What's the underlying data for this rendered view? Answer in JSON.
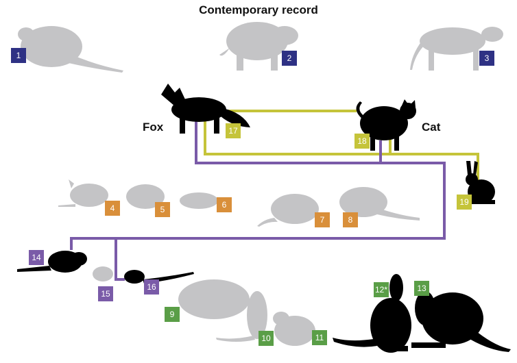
{
  "title": "Contemporary record",
  "predators": {
    "fox": "Fox",
    "cat": "Cat"
  },
  "colors": {
    "navy": "#2e3184",
    "orange": "#d98f3a",
    "yellow_green": "#c5c43a",
    "purple": "#7a5ba8",
    "green": "#5a9e47",
    "extinct_gray": "#c4c4c6"
  },
  "badges": {
    "b1": "1",
    "b2": "2",
    "b3": "3",
    "b4": "4",
    "b5": "5",
    "b6": "6",
    "b7": "7",
    "b8": "8",
    "b9": "9",
    "b10": "10",
    "b11": "11",
    "b12": "12*",
    "b13": "13",
    "b14": "14",
    "b15": "15",
    "b16": "16",
    "b17": "17",
    "b18": "18",
    "b19": "19"
  }
}
